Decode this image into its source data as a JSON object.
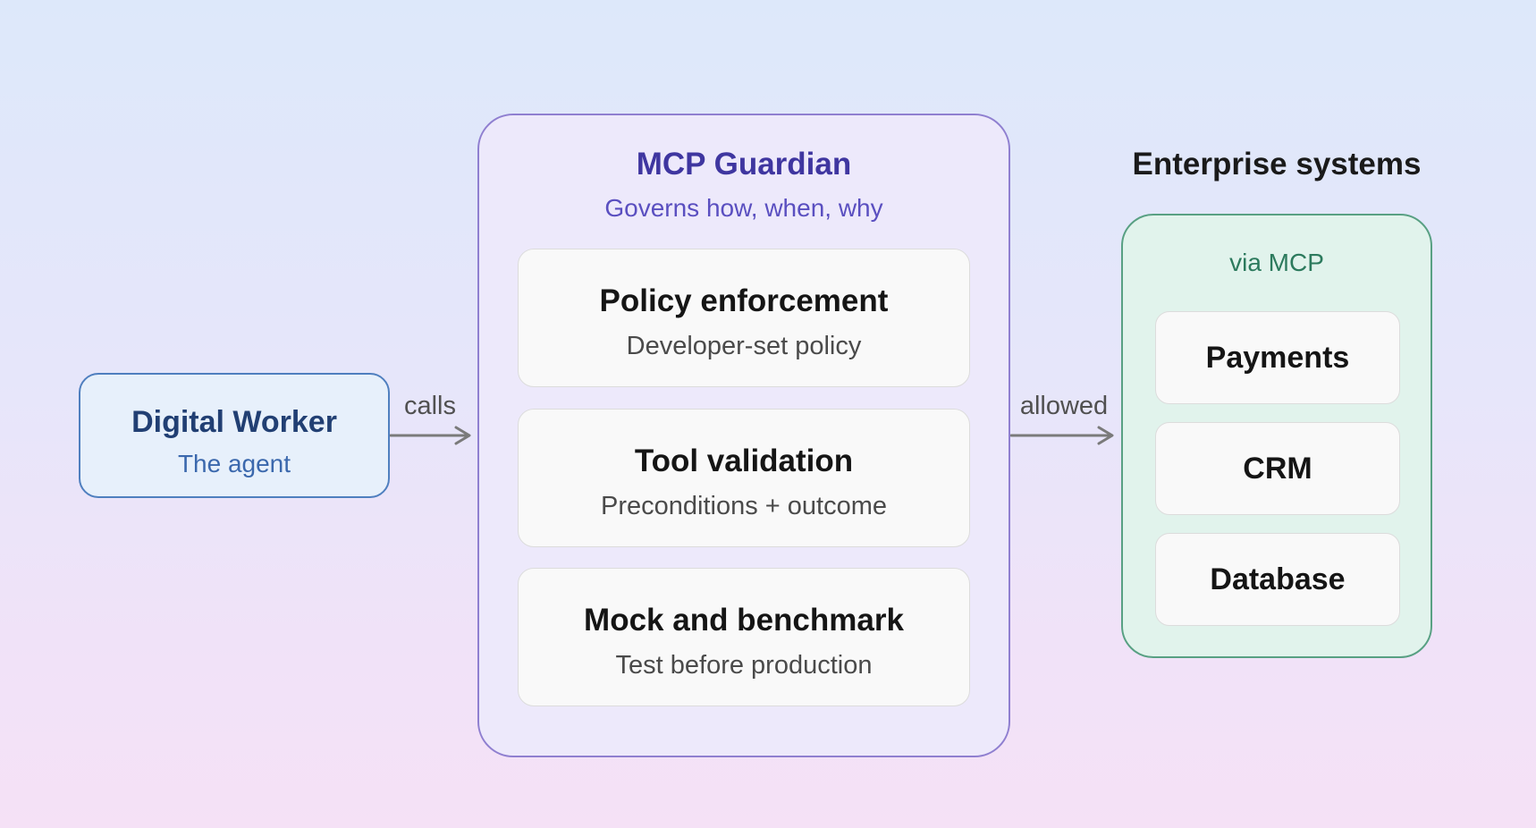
{
  "worker": {
    "title": "Digital Worker",
    "subtitle": "The agent"
  },
  "connectors": {
    "calls_label": "calls",
    "allowed_label": "allowed"
  },
  "guardian": {
    "title": "MCP Guardian",
    "subtitle": "Governs how, when, why",
    "cards": [
      {
        "title": "Policy enforcement",
        "subtitle": "Developer-set policy"
      },
      {
        "title": "Tool validation",
        "subtitle": "Preconditions + outcome"
      },
      {
        "title": "Mock and benchmark",
        "subtitle": "Test before production"
      }
    ]
  },
  "enterprise": {
    "heading": "Enterprise systems",
    "subtitle": "via MCP",
    "systems": [
      "Payments",
      "CRM",
      "Database"
    ]
  },
  "colors": {
    "worker_border": "#4f7fbf",
    "guardian_border": "#8f7fd0",
    "enterprise_border": "#58a083",
    "arrow": "#7a7a7a"
  }
}
